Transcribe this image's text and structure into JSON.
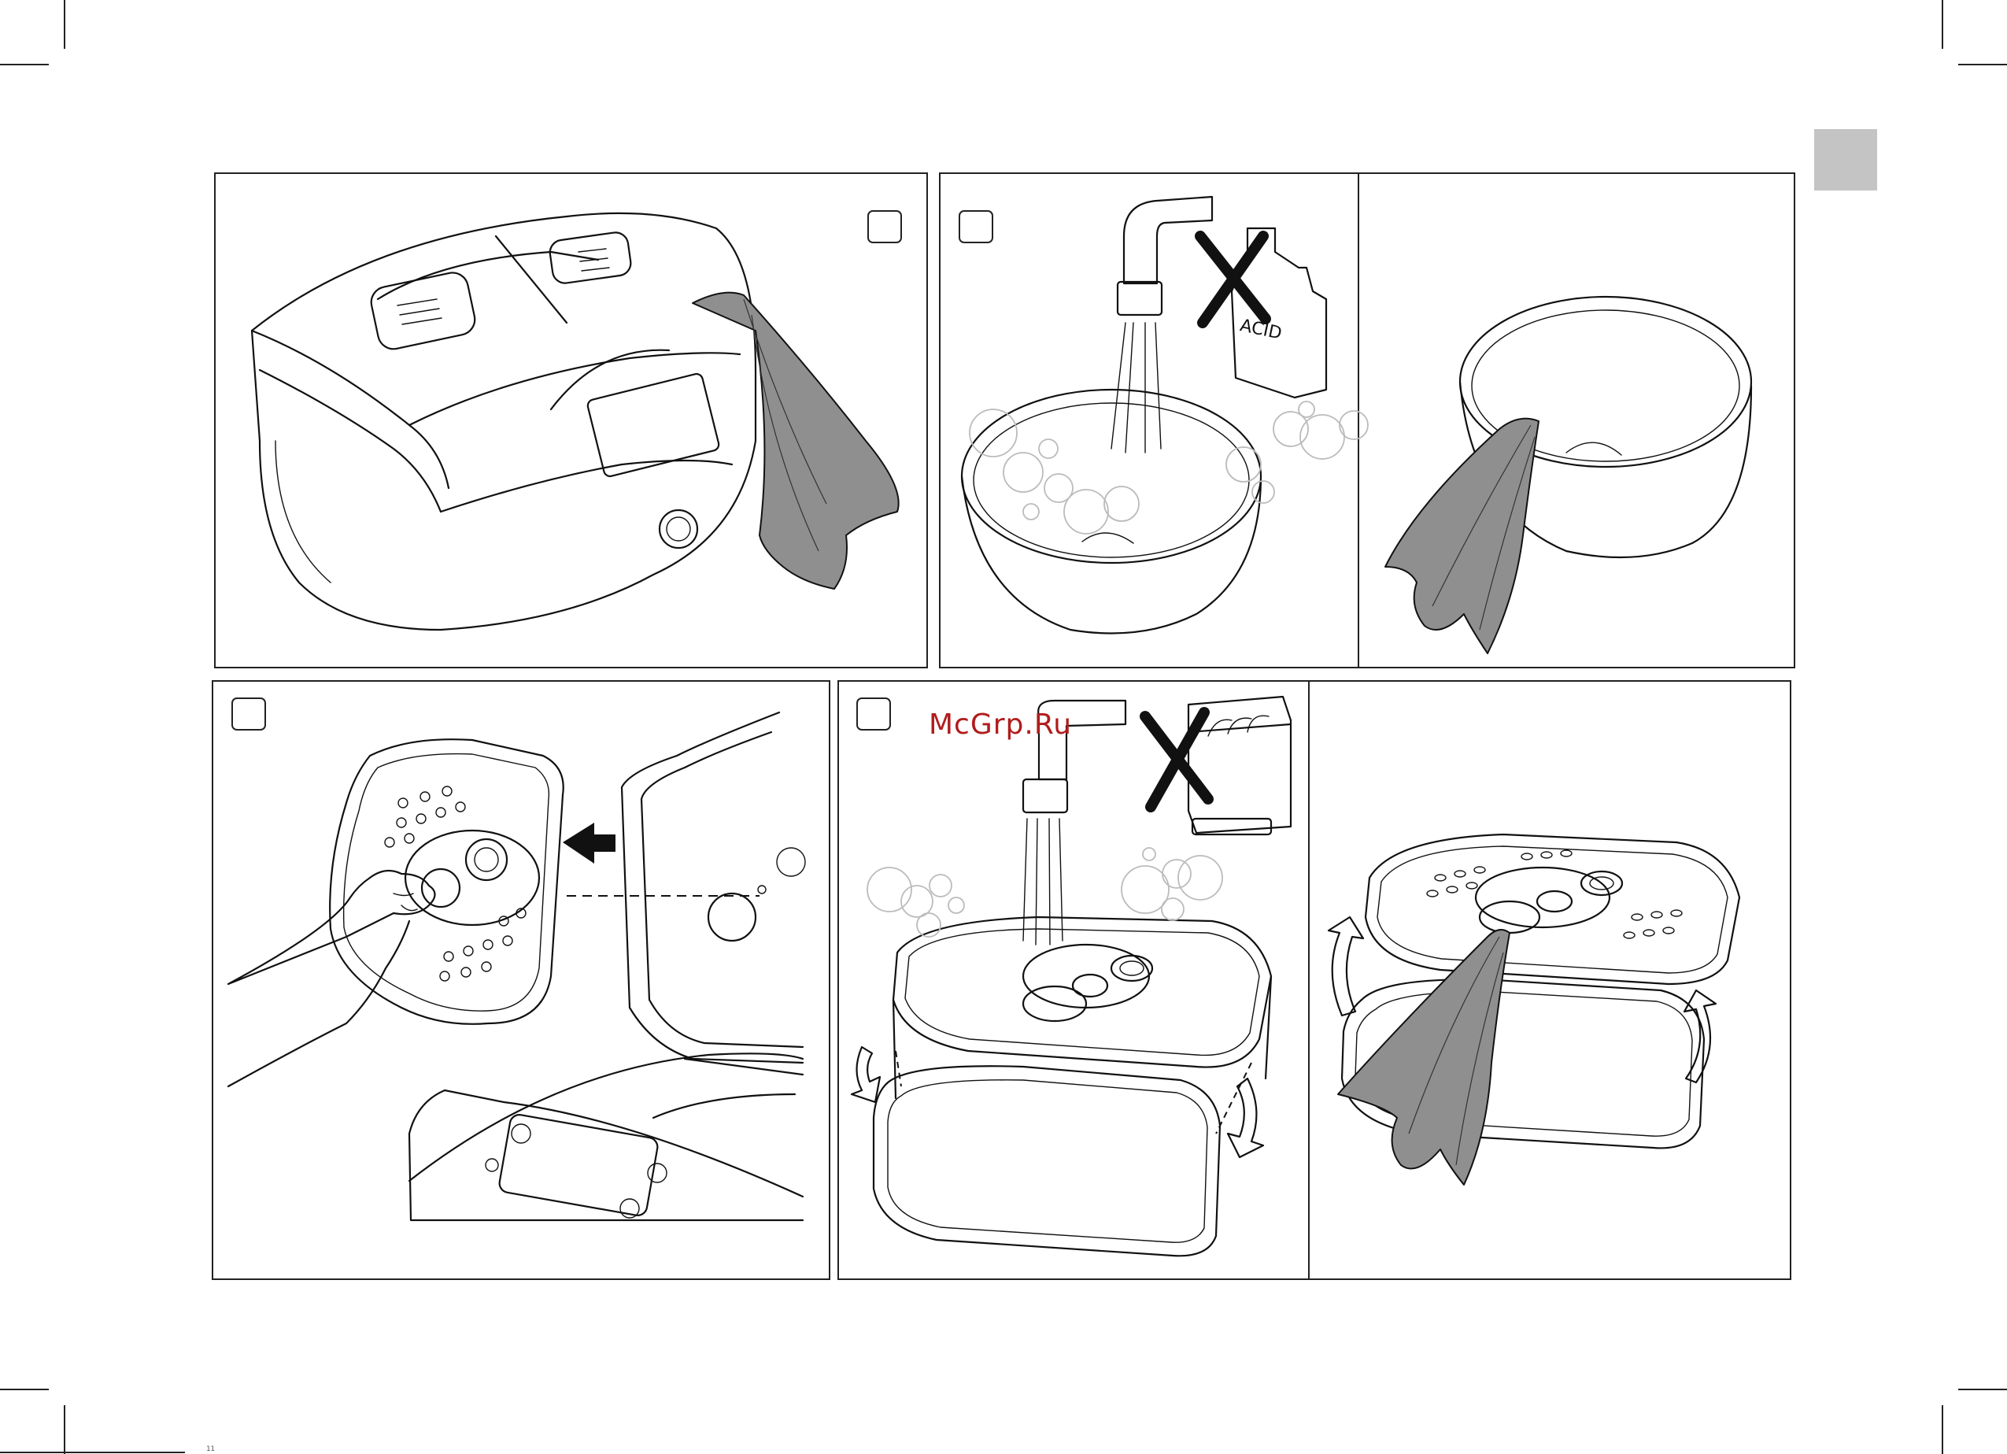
{
  "page": {
    "watermark": "McGrp.Ru",
    "acid_label": "ACID",
    "footer_mark": "11"
  },
  "panels": [
    {
      "id": "wipe-cooker",
      "step_label": ""
    },
    {
      "id": "wash-bowl",
      "step_label": ""
    },
    {
      "id": "dry-bowl",
      "step_label": ""
    },
    {
      "id": "remove-valve",
      "step_label": ""
    },
    {
      "id": "wash-lid",
      "step_label": ""
    },
    {
      "id": "dry-lid",
      "step_label": ""
    }
  ],
  "colors": {
    "cloth": "#8f8f8f",
    "tab": "#c4c4c4",
    "bubbles": "#bbbbbb",
    "watermark": "#b11c1c"
  },
  "icons": [
    "faucet-icon",
    "acid-bottle-icon",
    "prohibited-x-icon",
    "dishwasher-icon",
    "arrow-left-icon",
    "rotate-arrow-icon"
  ]
}
